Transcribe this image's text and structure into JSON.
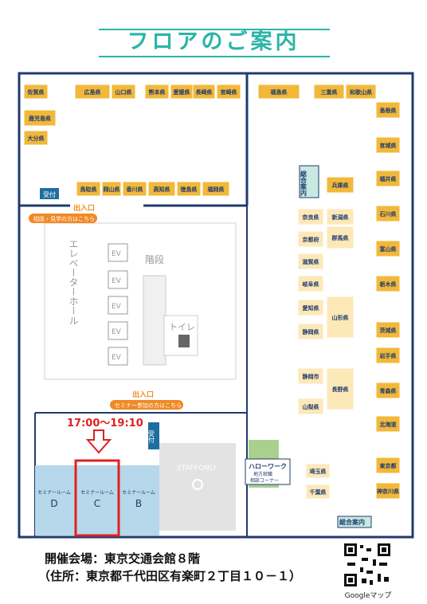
{
  "title": "フロアのご案内",
  "prefectures": [
    "佐賀県",
    "広島県",
    "山口県",
    "熊本県",
    "愛媛県",
    "長崎県",
    "宮崎県",
    "福島県",
    "三重県",
    "和歌山県",
    "島根県",
    "鹿児島県",
    "大分県",
    "宮城県",
    "鳥取県",
    "岡山県",
    "香川県",
    "高知県",
    "徳島県",
    "福岡県",
    "福井県",
    "兵庫県",
    "石川県",
    "奈良県",
    "新潟県",
    "京都府",
    "群馬県",
    "富山県",
    "滋賀県",
    "栃木県",
    "岐阜県",
    "愛知県",
    "山形県",
    "茨城県",
    "岩手県",
    "静岡県",
    "青森県",
    "静岡市",
    "長野県",
    "山梨県",
    "北海道",
    "東京都",
    "埼玉県",
    "千葉県",
    "神奈川県"
  ],
  "booths": {
    "reception_top": "受付",
    "reception_bottom": "受付",
    "general_info_top": "総合案内",
    "general_info_bottom": "総合案内",
    "hello_work": "ハローワーク",
    "hello_work_sub1": "地方就職",
    "hello_work_sub2": "相談コーナー",
    "staff_only": "STAFFONLY"
  },
  "areas": {
    "elevator_hall": "エレベーターホール",
    "stairs": "階段",
    "toilet": "トイレ",
    "ev": "EV"
  },
  "exits": {
    "top_label": "出入口",
    "top_sub": "相談・見学の方はこちら",
    "bottom_label": "出入口",
    "bottom_sub": "セミナー参加の方はこちら"
  },
  "seminar": {
    "time": "17:00〜19:10",
    "room_label": "セミナールーム",
    "rooms": [
      "D",
      "C",
      "B"
    ]
  },
  "venue_line": "開催会場：東京交通会館８階",
  "address_line": "（住所：東京都千代田区有楽町２丁目１０－１）",
  "qr_label": "Googleマップ",
  "colors": {
    "teal": "#2bb5a8",
    "booth_orange": "#f2b83a",
    "booth_light": "#fde8b8",
    "navy": "#1f3b6e",
    "seminar_blue": "#b7d7ea",
    "exit_orange": "#f08a24",
    "highlight_red": "#e02020",
    "green": "#a9d08e"
  }
}
